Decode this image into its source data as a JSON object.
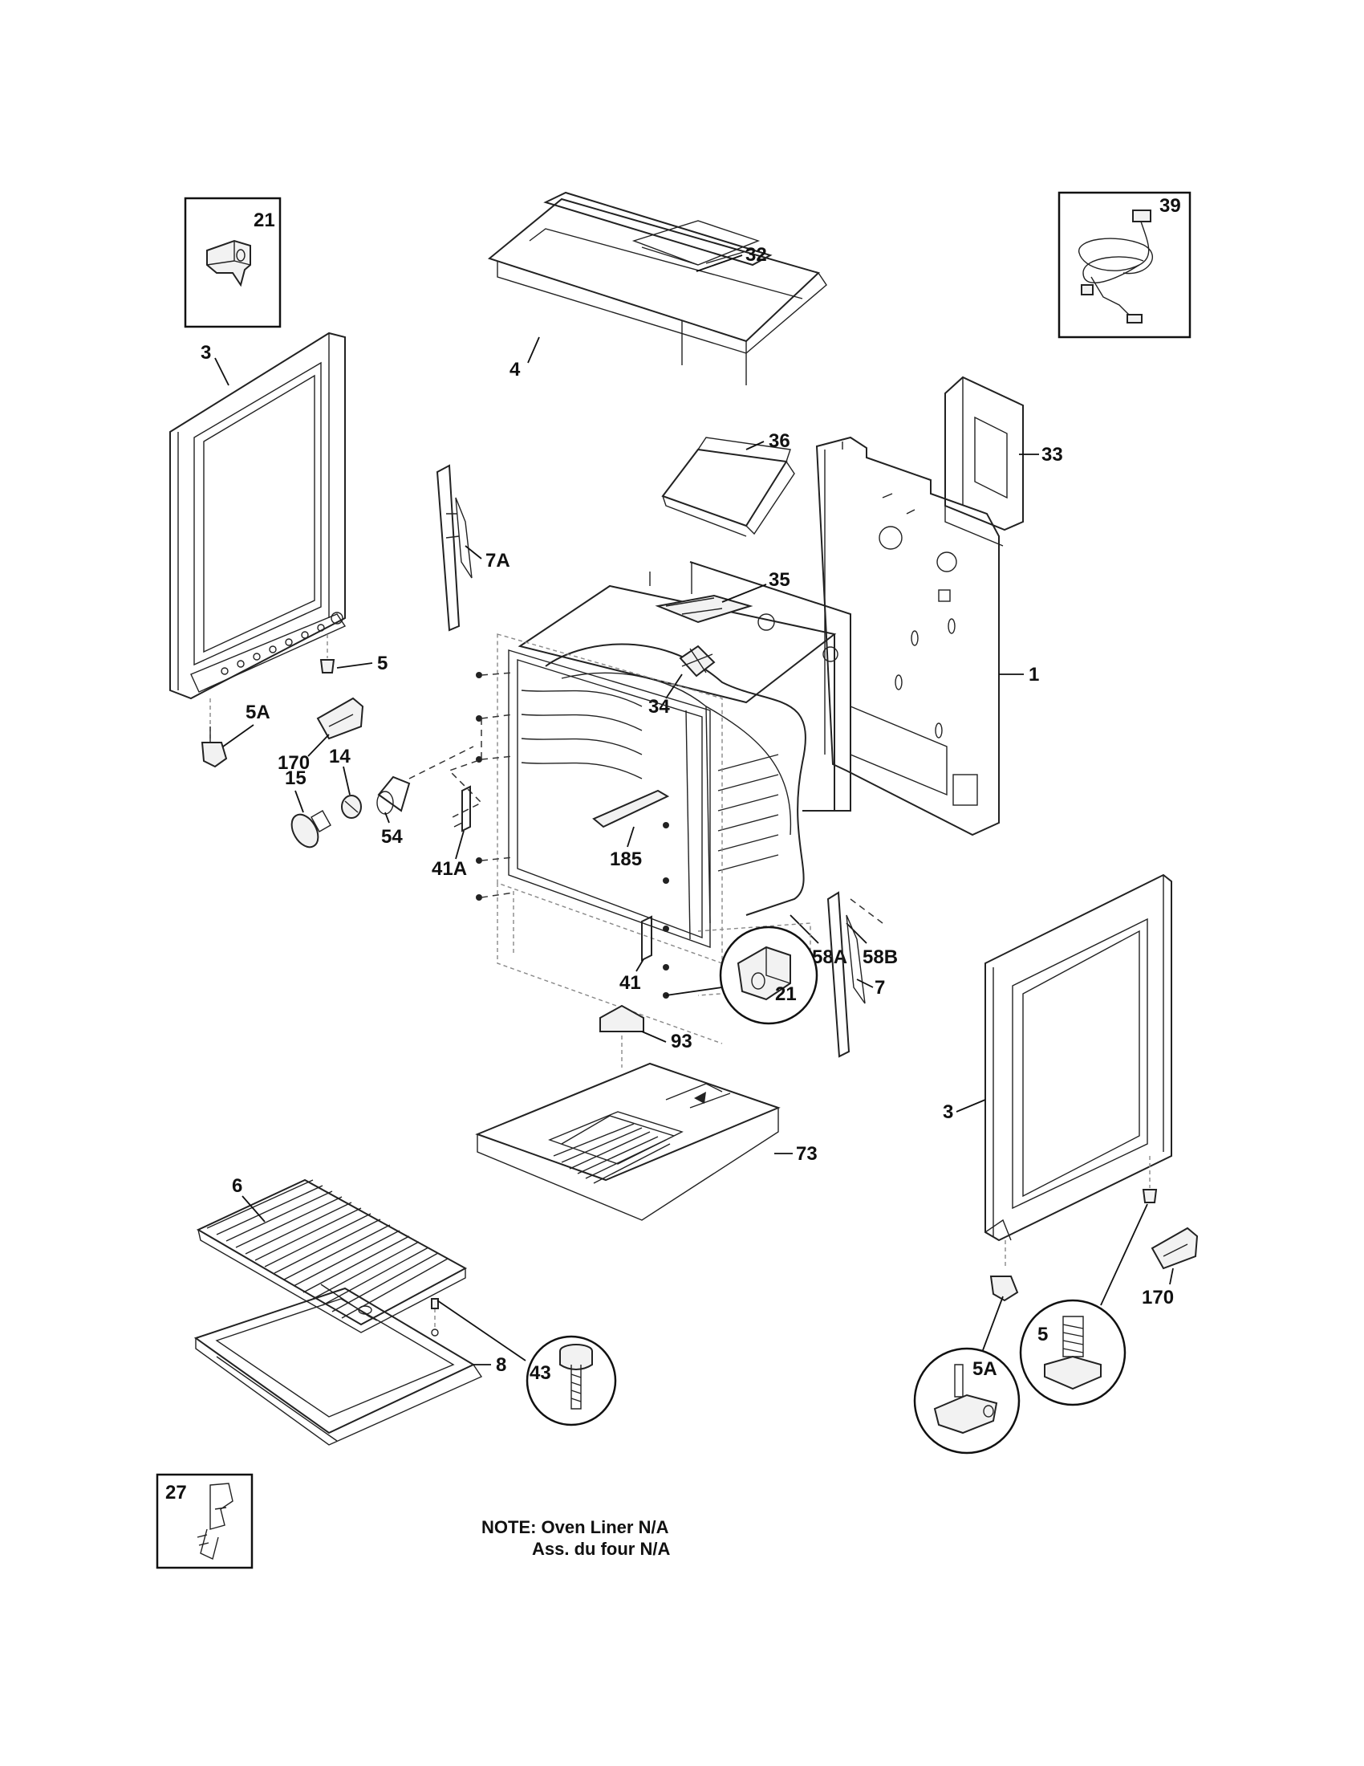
{
  "diagram": {
    "callouts": {
      "p21_box": "21",
      "p32": "32",
      "p39": "39",
      "p3_left": "3",
      "p4": "4",
      "p36": "36",
      "p33": "33",
      "p7A": "7A",
      "p35": "35",
      "p5_left": "5",
      "p34": "34",
      "p1": "1",
      "p5A_left": "5A",
      "p170_left": "170",
      "p14": "14",
      "p15": "15",
      "p185": "185",
      "p54": "54",
      "p41A": "41A",
      "p58A": "58A",
      "p58B": "58B",
      "p41": "41",
      "p21_circle": "21",
      "p7": "7",
      "p93": "93",
      "p3_right": "3",
      "p73": "73",
      "p6": "6",
      "p170_right": "170",
      "p5_right": "5",
      "p43": "43",
      "p8": "8",
      "p5A_right": "5A",
      "p27": "27"
    },
    "note_line1": "NOTE: Oven Liner N/A",
    "note_line2": "Ass. du four N/A"
  }
}
